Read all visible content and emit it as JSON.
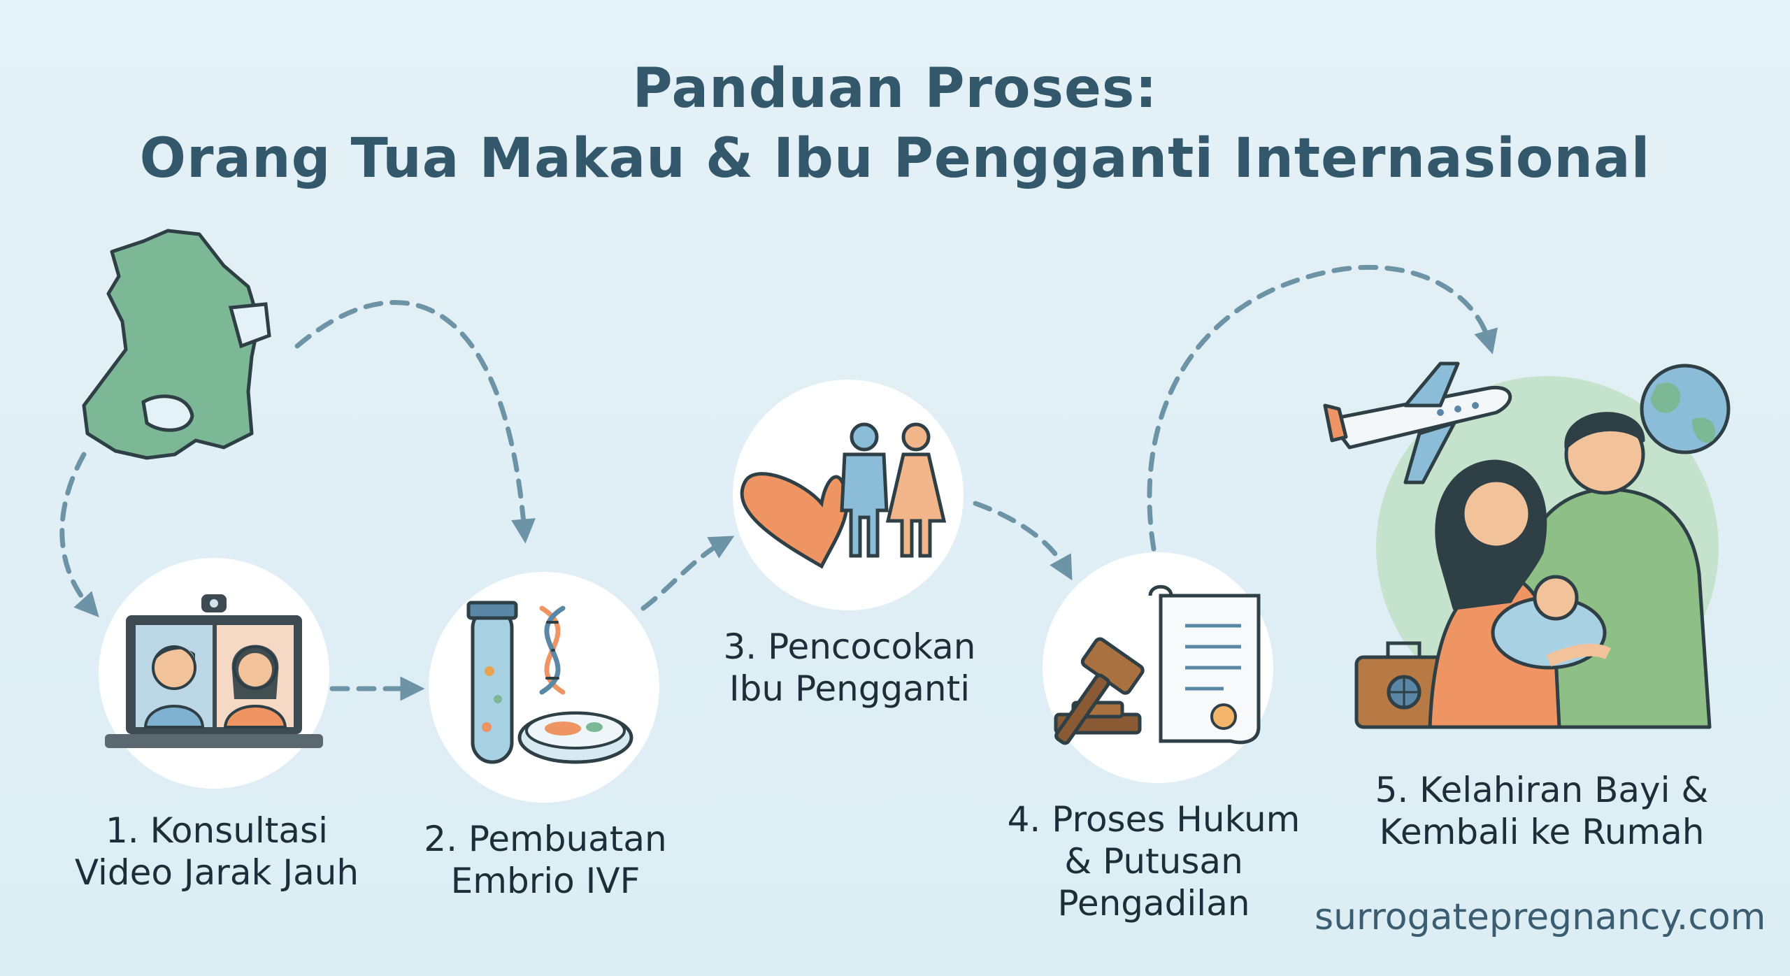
{
  "title": {
    "line1": "Panduan Proses:",
    "line2": "Orang Tua Makau & Ibu Pengganti Internasional"
  },
  "steps": [
    {
      "lines": [
        "1. Konsultasi",
        "Video Jarak Jauh"
      ]
    },
    {
      "lines": [
        "2. Pembuatan",
        "Embrio IVF"
      ]
    },
    {
      "lines": [
        "3. Pencocokan",
        "Ibu Pengganti"
      ]
    },
    {
      "lines": [
        "4. Proses Hukum",
        "& Putusan",
        "Pengadilan"
      ]
    },
    {
      "lines": [
        "5. Kelahiran Bayi &",
        "Kembali ke Rumah"
      ]
    }
  ],
  "footer": {
    "website": "surrogatepregnancy.com"
  },
  "icons": [
    "macau-map-icon",
    "video-call-icon",
    "test-tube-icon",
    "dna-icon",
    "petri-dish-icon",
    "heart-icon",
    "couple-icon",
    "gavel-icon",
    "document-icon",
    "airplane-icon",
    "globe-icon",
    "family-icon",
    "suitcase-icon"
  ],
  "colors": {
    "title": "#33576b",
    "arrow": "#6d93a6",
    "map": "#7db896",
    "accent_orange": "#ef9563",
    "accent_blue": "#8cbdd8",
    "green_circle": "#c5e2cc"
  }
}
